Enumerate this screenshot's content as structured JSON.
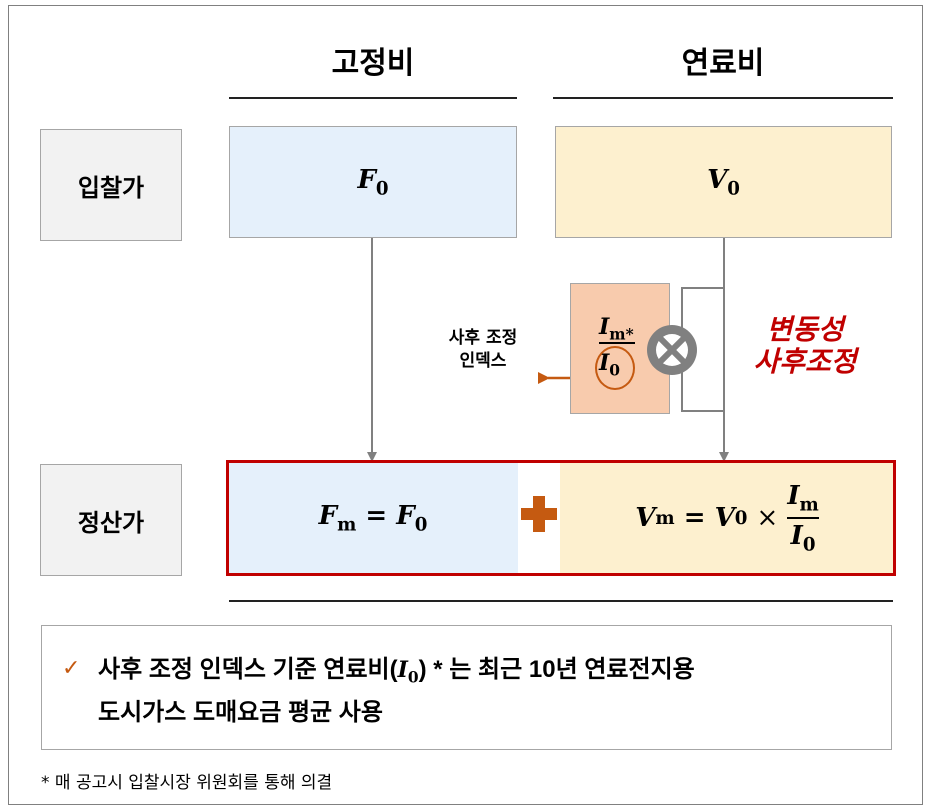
{
  "columns": {
    "fixed": "고정비",
    "fuel": "연료비"
  },
  "rows": {
    "bid": "입찰가",
    "settle": "정산가"
  },
  "bid": {
    "fixed_var": "F",
    "fixed_sub": "0",
    "fuel_var": "V",
    "fuel_sub": "0"
  },
  "index": {
    "label_line1": "사후 조정",
    "label_line2": "인덱스",
    "num_var": "I",
    "num_sub": "m*",
    "den_var": "I",
    "den_sub": "0"
  },
  "volatility": {
    "line1": "변동성",
    "line2": "사후조정"
  },
  "settle": {
    "fixed_lhs_var": "F",
    "fixed_lhs_sub": "m",
    "fixed_rhs_var": "F",
    "fixed_rhs_sub": "0",
    "fuel_lhs_var": "V",
    "fuel_lhs_sub": "m",
    "fuel_rhs_var": "V",
    "fuel_rhs_sub": "0",
    "frac_num_var": "I",
    "frac_num_sub": "m",
    "frac_den_var": "I",
    "frac_den_sub": "0",
    "equals": "=",
    "times": "×"
  },
  "note": {
    "check": "✓",
    "line1_pre": "사후 조정 인덱스 기준 연료비(",
    "line1_var": "I",
    "line1_sub": "0",
    "line1_post": ") * 는 최근 10년 연료전지용",
    "line2": "도시가스 도매요금 평균 사용"
  },
  "footnote": "* 매 공고시 입찰시장 위원회를 통해 의결",
  "colors": {
    "red": "#c00000",
    "orange": "#c55a11",
    "gray": "#808080"
  }
}
